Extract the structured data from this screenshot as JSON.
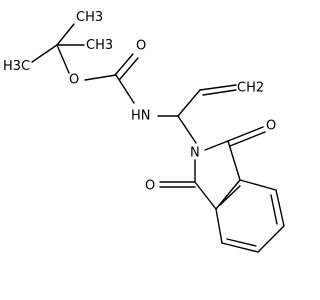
{
  "molecule": {
    "labels": {
      "h3c": "H3C",
      "ch3_top": "CH3",
      "ch3_mid": "CH3",
      "o_ether": "O",
      "o_carbonyl": "O",
      "hn": "HN",
      "n_imide": "N",
      "o_imide_top": "O",
      "o_imide_bottom": "O",
      "ch2": "CH2"
    }
  }
}
